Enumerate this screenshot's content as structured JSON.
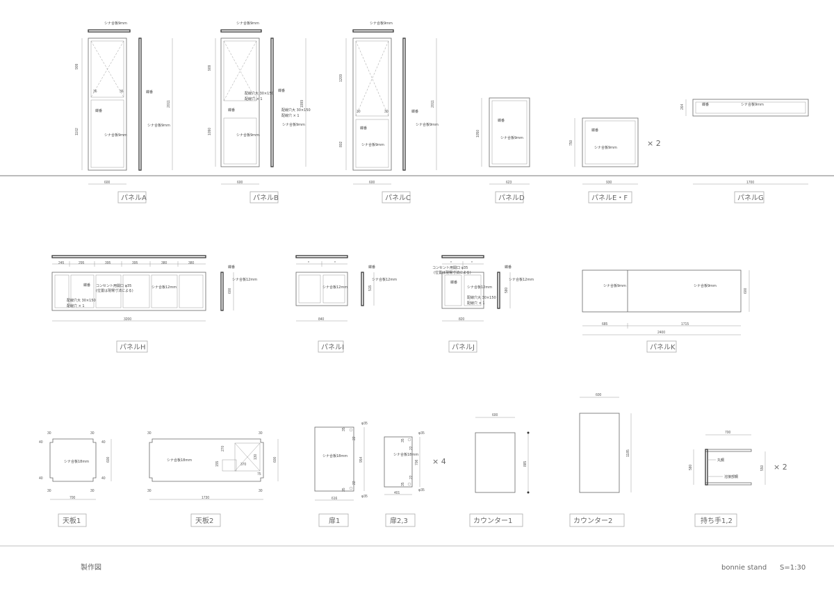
{
  "title_block": {
    "left": "製作図",
    "project": "bonnie stand",
    "scale": "S=1:30"
  },
  "panels": [
    {
      "id": "A",
      "label": "パネルA",
      "dims": {
        "width": "600",
        "height": "2011",
        "upper": "909",
        "lower": "1102",
        "small1": "36",
        "small2": "36"
      },
      "notes": {
        "top": "シナ合板9mm",
        "hinge": "蝶番",
        "side": "シナ合板9mm",
        "cross": "蝶番",
        "mid": "シナ合板9mm"
      }
    },
    {
      "id": "B",
      "label": "パネルB",
      "dims": {
        "width": "600",
        "height": "1999",
        "upper": "909",
        "lower": "1090"
      },
      "notes": {
        "top": "シナ合板9mm",
        "wire": "配線穴大 30×150",
        "wire2": "配線穴 × 1",
        "hinge": "蝶番",
        "wire3": "配線穴大 30×150",
        "wire4": "配線穴 × 1",
        "side": "シナ合板9mm",
        "mid": "シナ合板9mm",
        "hinge2": "蝶番"
      }
    },
    {
      "id": "C",
      "label": "パネルC",
      "dims": {
        "width": "600",
        "height": "2011",
        "upper": "1209",
        "lower": "802",
        "small1": "30",
        "small2": "30"
      },
      "notes": {
        "top": "シナ合板9mm",
        "hinge": "蝶番",
        "side": "シナ合板9mm",
        "hinge2": "蝶番",
        "mid": "シナ合板9mm"
      }
    },
    {
      "id": "D",
      "label": "パネルD",
      "dims": {
        "width": "623",
        "height": "1050"
      },
      "notes": {
        "hinge": "蝶番",
        "mid": "シナ合板9mm"
      }
    },
    {
      "id": "EF",
      "label": "パネルE・F",
      "dims": {
        "width": "930",
        "height": "750"
      },
      "multiplier": "× 2",
      "notes": {
        "hinge": "蝶番",
        "mid": "シナ合板9mm"
      }
    },
    {
      "id": "G",
      "label": "パネルG",
      "dims": {
        "width": "1700",
        "height": "264"
      },
      "notes": {
        "hinge": "蝶番",
        "mid": "シナ合板9mm"
      }
    },
    {
      "id": "H",
      "label": "パネルH",
      "dims": {
        "total": "3200",
        "segments": [
          "245",
          "295",
          "395",
          "395",
          "380",
          "380"
        ],
        "height": "600"
      },
      "notes": {
        "hinge": "蝶番",
        "outlet": "コンセント用開口 φ35",
        "outlet2": "(位置は現場寸法による)",
        "ply": "シナ合板12mm",
        "wire": "配線穴大 30×150",
        "wire2": "配線穴 × 1",
        "side": "蝶番",
        "side2": "シナ合板12mm"
      }
    },
    {
      "id": "I",
      "label": "パネルI",
      "dims": {
        "width": "840",
        "height": "515",
        "segments": [
          "*",
          "*"
        ]
      },
      "notes": {
        "ply": "シナ合板12mm",
        "side": "蝶番",
        "side2": "シナ合板12mm"
      }
    },
    {
      "id": "J",
      "label": "パネルJ",
      "dims": {
        "width": "820",
        "height": "580",
        "segments": [
          "*",
          "*"
        ]
      },
      "notes": {
        "outlet": "コンセント用開口 φ35",
        "outlet2": "(位置は現場寸法による)",
        "hinge": "蝶番",
        "ply": "シナ合板12mm",
        "side": "蝶番",
        "wire": "配線穴大 30×150",
        "wire2": "配線穴 × 1",
        "side2": "シナ合板12mm"
      }
    },
    {
      "id": "K",
      "label": "パネルK",
      "dims": {
        "total": "2400",
        "left": "685",
        "right": "1715",
        "height": "600"
      },
      "notes": {
        "left": "シナ合板9mm",
        "right": "シナ合板9mm"
      }
    }
  ],
  "parts": [
    {
      "id": "top1",
      "label": "天板1",
      "dims": {
        "width": "700",
        "height": "600",
        "c1": "30",
        "c2": "30",
        "c3": "30",
        "c4": "30",
        "c5": "40",
        "c6": "40",
        "c7": "40",
        "c8": "40"
      },
      "notes": {
        "mid": "シナ合板18mm"
      }
    },
    {
      "id": "top2",
      "label": "天板2",
      "dims": {
        "width": "1730",
        "height": "600",
        "c1": "30",
        "c2": "30",
        "c3": "30",
        "c4": "30",
        "d1": "270",
        "d2": "155",
        "d3": "370",
        "d4": "130",
        "d5": "75"
      },
      "notes": {
        "mid": "シナ合板18mm"
      }
    },
    {
      "id": "door1",
      "label": "扉1",
      "dims": {
        "width": "616",
        "height": "954",
        "phi": "φ35",
        "phi2": "φ35",
        "a": "35",
        "b": "22",
        "c": "22",
        "d": "35"
      },
      "notes": {
        "mid": "シナ合板18mm"
      }
    },
    {
      "id": "door23",
      "label": "扉2,3",
      "dims": {
        "width": "401",
        "height": "706",
        "phi": "φ35",
        "phi2": "φ35",
        "a": "35",
        "b": "22",
        "c": "22",
        "d": "35"
      },
      "multiplier": "× 4",
      "notes": {
        "mid": "シナ合板18mm"
      }
    },
    {
      "id": "counter1",
      "label": "カウンター1",
      "dims": {
        "width": "600",
        "height": "885"
      }
    },
    {
      "id": "counter2",
      "label": "カウンター2",
      "dims": {
        "width": "600",
        "height": "1185"
      }
    },
    {
      "id": "handle",
      "label": "持ち手1,2",
      "dims": {
        "width": "700",
        "left": "580",
        "right": "550"
      },
      "multiplier": "× 2",
      "notes": {
        "a": "丸鋼",
        "b": "溶接部鋼"
      }
    }
  ]
}
